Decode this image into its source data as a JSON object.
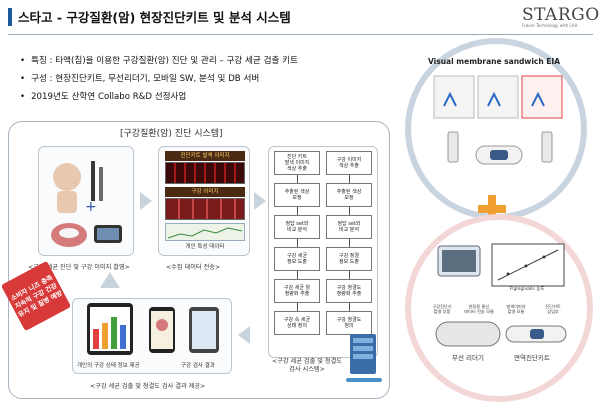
{
  "header": {
    "title": "스타고 - 구강질환(암) 현장진단키트 및 분석 시스템",
    "logo_text": "STARGO",
    "logo_sub": "Future Technology with LAH"
  },
  "bullets": [
    "특징 : 타액(침)을 이용한 구강질환(암) 진단 및 관리 – 구강 세균 검출 키트",
    "구성 : 현장진단키트, 무선리더기, 모바일  SW, 분석 및 DB 서버",
    "2019년도 산학연 Collabo R&D 선정사업"
  ],
  "panel": {
    "title": "[구강질환(암) 진단 시스템]",
    "cap_sampling": "<구강 세균 진단 및 구강 이미지 촬영>",
    "cap_transfer": "<수집 데이터 전송>",
    "cap_result": "<구강 세균 검출 및 청결도 검사 결과 제공>",
    "cap_server": "<구강 세균 검출 및 청결도\n검사 시스템>",
    "callout": "소비자 니즈 충족\n지속적 구강 건강\n유지 및 질병 예방",
    "screen_top": "진단키트 발색 이미지",
    "screen_mid": "구강 이미지",
    "screen_bot": "개인 특성 데이터",
    "phone_cap1": "개인의 구강 상태 정보 제공",
    "phone_cap2": "구강 검사 결과"
  },
  "flow": {
    "left": [
      "진단 키트\n발색 이미지\n색상 추출",
      "추출된 색상\n보정",
      "정답 set와\n비교 분석",
      "구강 세균\n정보 도출",
      "구강 세균 양\n정량화 추출",
      "구강 속 세균\n상태 정의"
    ],
    "right": [
      "구강 이미지\n색상 추출",
      "추출된 색상\n보정",
      "정답 set와\n비교 분석",
      "구강 청결\n정보 도출",
      "구강 청결도\n정량화 추출",
      "구강 청결도\n정의"
    ]
  },
  "right": {
    "eia_title": "Visual membrane sandwich EIA",
    "reader_label": "무선 리더기",
    "kit_label": "면역진단키트",
    "chart_label": "P.gingivalis 농도",
    "small_labels": [
      "구강진단기\n촬영 부품",
      "현장용 통신\n데이터 전송 모듈",
      "발색이미지\n촬영 모듈",
      "진단키트\n삽입부"
    ]
  }
}
